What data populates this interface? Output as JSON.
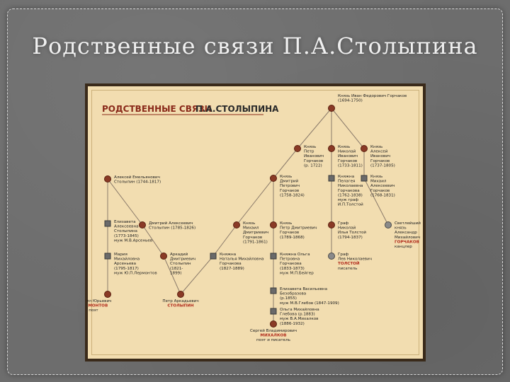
{
  "slide": {
    "title": "Родственные связи П.А.Столыпина"
  },
  "diagram": {
    "heading_part1": "РОДСТВЕННЫЕ СВЯЗИ",
    "heading_part2": "П.А.СТОЛЫПИНА",
    "nodes": [
      {
        "id": "root",
        "lines": [
          "Князь Иван Федорович Горчаков",
          "(1694-1750)"
        ]
      },
      {
        "id": "petr",
        "lines": [
          "Князь",
          "Петр",
          "Иванович",
          "Горчаков",
          "(р. 1722)"
        ]
      },
      {
        "id": "nikolai",
        "lines": [
          "Князь",
          "Николай",
          "Иванович",
          "Горчаков",
          "(1733-1811)"
        ]
      },
      {
        "id": "aleksei_g",
        "lines": [
          "Князь",
          "Алексей",
          "Иванович",
          "Горчаков",
          "(1737-1805)"
        ]
      },
      {
        "id": "stolypin_a",
        "lines": [
          "Алексей Емельянович",
          "Столыпин (1744-1817)"
        ]
      },
      {
        "id": "dmitry_p",
        "lines": [
          "Князь",
          "Дмитрий",
          "Петрович",
          "Горчаков",
          "(1758-1824)"
        ]
      },
      {
        "id": "pelageya",
        "lines": [
          "Княжна",
          "Пелагея",
          "Николаевна",
          "Горчакова",
          "(1762-1838)",
          "муж граф",
          "И.П.Толстой"
        ]
      },
      {
        "id": "mikhail_a",
        "lines": [
          "Князь",
          "Михаил",
          "Алексеевич",
          "Горчаков",
          "(1768-1831)"
        ]
      },
      {
        "id": "elizaveta",
        "lines": [
          "Елизавета",
          "Алексеевна",
          "Столыпина",
          "(1773-1845)",
          "муж М.В.Арсеньев"
        ]
      },
      {
        "id": "dmitry_s",
        "lines": [
          "Дмитрий Алексеевич",
          "Столыпин (1785-1826)"
        ]
      },
      {
        "id": "mikhail_d",
        "lines": [
          "Князь",
          "Михаил",
          "Дмитриевич",
          "Горчаков",
          "(1791-1861)"
        ]
      },
      {
        "id": "petr_d",
        "lines": [
          "Князь",
          "Петр Дмитриевич",
          "Горчаков",
          "(1789-1868)"
        ]
      },
      {
        "id": "ilya",
        "lines": [
          "Граф",
          "Николай",
          "Илья Толстой",
          "(1794-1837)"
        ]
      },
      {
        "id": "alexander",
        "lines": [
          "Светлейший",
          "князь",
          "Александр",
          "Михайлович"
        ],
        "red": "ГОРЧАКОВ",
        "note": "канцлер"
      },
      {
        "id": "maria",
        "lines": [
          "Мария",
          "Михайловна",
          "Арсеньева",
          "(1795-1817)",
          "муж Ю.П.Лермонтов"
        ]
      },
      {
        "id": "arkady",
        "lines": [
          "Аркадий",
          "Дмитриевич",
          "Столыпин",
          "(1821-",
          "1899)"
        ]
      },
      {
        "id": "natalia",
        "lines": [
          "Княжна",
          "Наталья Михайловна",
          "Горчакова",
          "(1827-1889)"
        ]
      },
      {
        "id": "olga",
        "lines": [
          "Княжна Ольга",
          "Петровна",
          "Горчакова",
          "(1833-1873)",
          "муж М.П.Бейгер"
        ]
      },
      {
        "id": "lev",
        "lines": [
          "Граф",
          "Лев Николаевич"
        ],
        "red": "ТОЛСТОЙ",
        "note": "писатель"
      },
      {
        "id": "lermontov",
        "lines": [
          "Михаил Юрьевич"
        ],
        "red": "ЛЕРМОНТОВ",
        "note": "поэт"
      },
      {
        "id": "petr_a",
        "lines": [
          "Петр Аркадьевич"
        ],
        "red": "СТОЛЫПИН"
      },
      {
        "id": "elizaveta_b",
        "lines": [
          "Елизавета Васильевна",
          "Безобразова",
          "(р.1855)",
          "муж М.В.Глебов (1847-1909)"
        ]
      },
      {
        "id": "olga_g",
        "lines": [
          "Ольга Михайловна",
          "Глебова (р.1883)",
          "муж В.А.Михалков",
          "(1886-1932)"
        ]
      },
      {
        "id": "sergei",
        "lines": [
          "Сергей Владимирович"
        ],
        "red": "МИХАЛКОВ",
        "note": "поэт и писатель"
      }
    ]
  }
}
